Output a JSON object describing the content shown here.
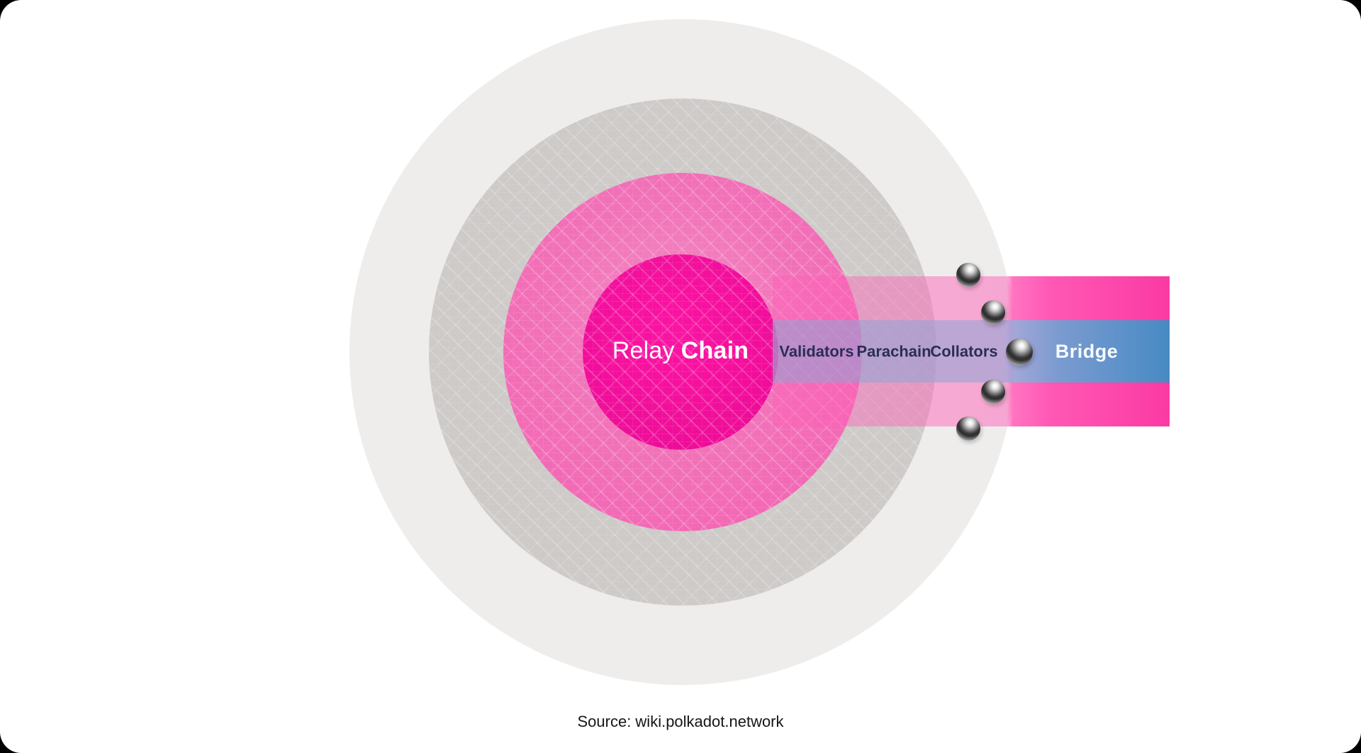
{
  "diagram": {
    "relay_label": {
      "regular": "Relay",
      "bold": "Chain"
    },
    "band_labels": {
      "validators": "Validators",
      "parachain": "Parachain",
      "collators": "Collators",
      "bridge": "Bridge"
    },
    "rings": [
      {
        "name": "outer-circle",
        "color": "#eeedec"
      },
      {
        "name": "network-circuit-circle",
        "color": "#cdcac8"
      },
      {
        "name": "parachain-ring",
        "color": "#f360b1"
      },
      {
        "name": "relay-chain-circle",
        "color": "#ee0c98"
      }
    ],
    "bands": {
      "pink_band_color": "#fa3aa3",
      "blue_band_color": "#478ac4"
    },
    "spheres": {
      "icon": "metal-sphere-icon",
      "count": 5,
      "color": "#c9c9c9"
    },
    "text_colors": {
      "relay": "#ffffff",
      "band_label": "#2b2e54",
      "bridge": "#f7fbff"
    }
  },
  "footer": {
    "source": "Source: wiki.polkadot.network"
  }
}
